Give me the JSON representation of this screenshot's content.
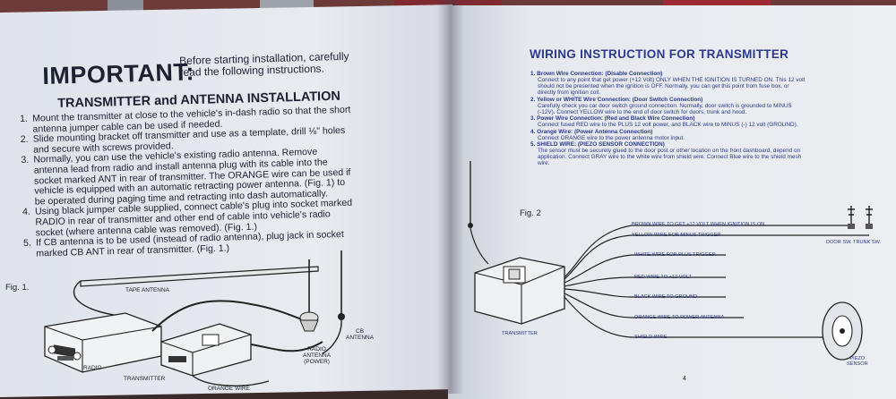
{
  "left_page": {
    "important_title": "IMPORTANT:",
    "important_text_line1": "Before starting installation, carefully",
    "important_text_line2": "read the following instructions.",
    "section_heading": "TRANSMITTER and ANTENNA INSTALLATION",
    "steps": [
      {
        "num": "1.",
        "text": "Mount the transmitter at close to the vehicle's in-dash radio so that the short antenna jumper cable can be used if needed."
      },
      {
        "num": "2.",
        "text": "Slide mounting bracket off transmitter and use as a template, drill ⅛\" holes and secure with screws provided."
      },
      {
        "num": "3.",
        "text": "Normally, you can use the vehicle's existing radio antenna. Remove antenna lead from radio and install antenna plug with its cable into the socket marked ANT in rear of transmitter. The ORANGE wire can be used if vehicle is equipped with an automatic retracting power antenna. (Fig. 1) to be operated during paging time and retracting into dash automatically."
      },
      {
        "num": "4.",
        "text": "Using black jumper cable supplied, connect cable's plug into socket marked RADIO in rear of transmitter and other end of cable into vehicle's radio socket (where antenna cable was removed). (Fig. 1.)"
      },
      {
        "num": "5.",
        "text": "If CB antenna is to be used (instead of radio antenna), plug jack in socket marked CB ANT in rear of transmitter. (Fig. 1.)"
      }
    ],
    "figure_label": "Fig. 1.",
    "figure_labels": {
      "tape_antenna": "TAPE ANTENNA",
      "radio": "RADIO",
      "transmitter": "TRANSMITTER",
      "radio_antenna_l1": "RADIO",
      "radio_antenna_l2": "ANTENNA",
      "radio_antenna_l3": "(POWER)",
      "cb_antenna_l1": "CB",
      "cb_antenna_l2": "ANTENNA",
      "orange_wire": "ORANGE WIRE"
    }
  },
  "right_page": {
    "title": "WIRING INSTRUCTION FOR TRANSMITTER",
    "items": [
      {
        "head": "1. Brown Wire Connection: (Disable Connection)",
        "body": "Connect to any point that get power (+12 Volt) ONLY WHEN THE IGNITION IS TURNED ON. This 12 volt should not be presented when the ignition is OFF. Normally, you can get this point from fuse box, or directly from ignition coil."
      },
      {
        "head": "2. Yellow or WHITE Wire Connection: (Door Switch Connection)",
        "body": "Carefully check you car door switch ground connection. Normally, door switch is grounded to MINUS (-12V). Connect YELLOW wire to the end of door switch for doors, trunk and hood."
      },
      {
        "head": "3. Power Wire Connection: (Red and Black Wire Connection)",
        "body": "Connect fused RED wire to the PLUS 12 volt power, and BLACK wire to MINUS (-) 12 volt (GROUND)."
      },
      {
        "head": "4. Orange Wire: (Power Antenna Connection)",
        "body": "Connect ORANGE wire to the power antenna motor input."
      },
      {
        "head": "5. SHIELD WIRE: (PIEZO SENSOR CONNECTION)",
        "body": "The sensor must be securely glued to the door post or other location on the front dashboard, depend on application. Connect GRAY wire to the white wire from shield wire. Connect Blue wire to the shield mesh wire."
      }
    ],
    "figure_label": "Fig. 2",
    "wire_labels": [
      "BROWN WIRE TO GET +12 VOLT WHEN IGNITION IS ON",
      "YELLOW WIRE FOR MINUS TRIGGER",
      "WHITE WIRE FOR PLUS TRIGGER",
      "RED WIRE TO +12 VOLT",
      "BLACK WIRE TO GROUND",
      "ORANGE WIRE TO POWER ANTENNA",
      "SHIELD WIRE"
    ],
    "door_sw_label": "DOOR SW. TRUNK SW.",
    "transmitter_label": "TRANSMITTER",
    "piezo_label_l1": "PIEZO",
    "piezo_label_l2": "SENSOR",
    "page_number": "4"
  }
}
